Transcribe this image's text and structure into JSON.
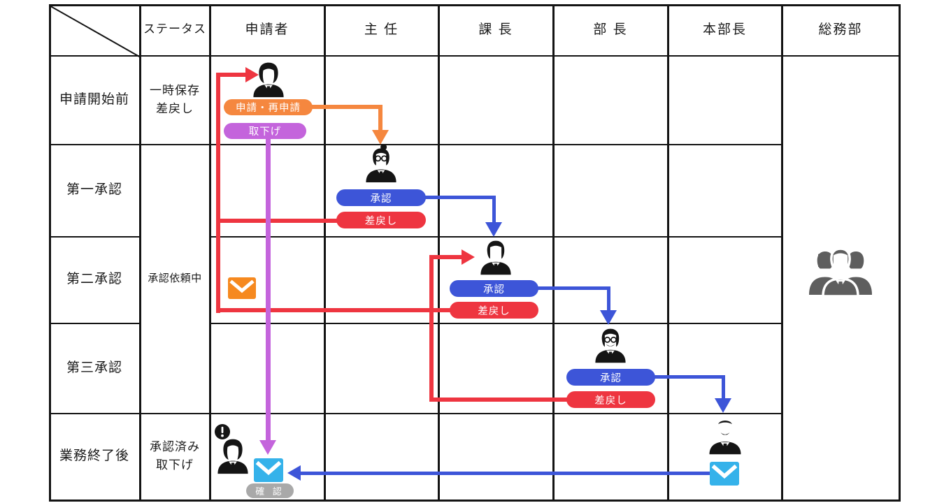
{
  "table": {
    "columns": {
      "status": "ステータス",
      "applicant": "申請者",
      "chief": "主 任",
      "section_manager": "課 長",
      "department_manager": "部 長",
      "general_manager": "本部長",
      "general_affairs": "総務部"
    },
    "row_labels": {
      "before_application": "申請開始前",
      "first_approval": "第一承認",
      "second_approval": "第二承認",
      "third_approval": "第三承認",
      "after_completion": "業務終了後"
    },
    "statuses": {
      "before": {
        "line1": "一時保存",
        "line2": "差戻し"
      },
      "in_progress": "承認依頼中",
      "after": {
        "line1": "承認済み",
        "line2": "取下げ"
      }
    }
  },
  "buttons": {
    "apply": "申請・再申請",
    "withdraw": "取下げ",
    "approve": "承認",
    "send_back": "差戻し",
    "confirm": "確 認"
  },
  "icons": {
    "applicant": "person-woman-icon",
    "chief": "person-woman-bun-glasses-icon",
    "section_manager": "person-man-icon",
    "department_manager": "person-man-glasses-mustache-icon",
    "general_manager": "person-man-bald-mustache-icon",
    "applicant_done": "person-woman-icon",
    "alert_badge": "exclamation-badge-icon",
    "general_affairs": "people-group-icon",
    "notification": "envelope-icon"
  },
  "colors": {
    "approve-blue": "#3D55D8",
    "reject-red": "#EE3540",
    "apply-orange": "#F5873F",
    "withdraw-purple": "#C464DC",
    "confirm-gray": "#A9A9A9",
    "mail-orange": "#F6891F",
    "mail-cyan": "#35B2EA",
    "group-gray": "#5E5E5E",
    "grid-black": "#141414"
  }
}
